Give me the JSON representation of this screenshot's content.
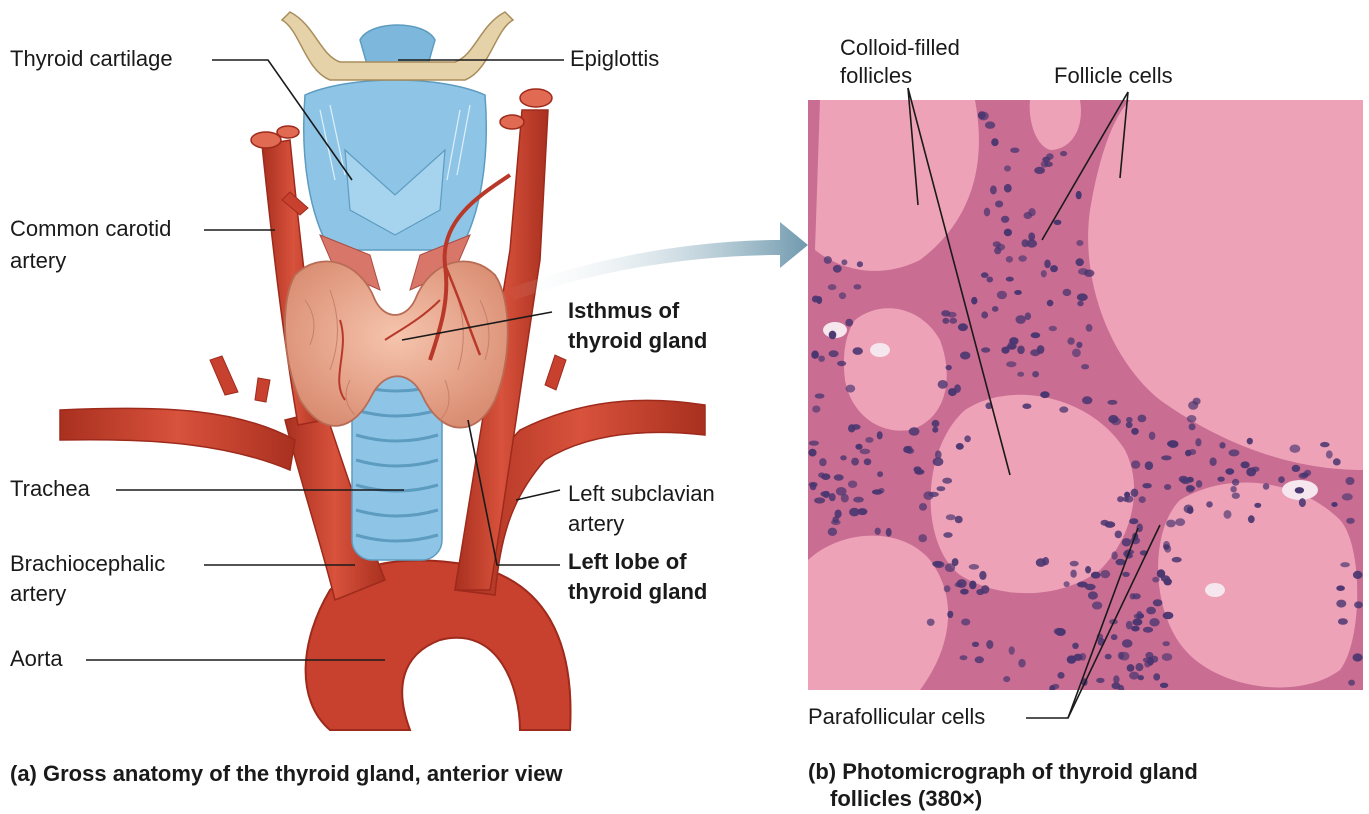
{
  "panel_a": {
    "labels": {
      "thyroid_cartilage": "Thyroid cartilage",
      "epiglottis": "Epiglottis",
      "common_carotid_l1": "Common carotid",
      "common_carotid_l2": "artery",
      "isthmus_l1": "Isthmus of",
      "isthmus_l2": "thyroid gland",
      "trachea": "Trachea",
      "left_subclavian_l1": "Left subclavian",
      "left_subclavian_l2": "artery",
      "brachiocephalic_l1": "Brachiocephalic",
      "brachiocephalic_l2": "artery",
      "left_lobe_l1": "Left lobe of",
      "left_lobe_l2": "thyroid gland",
      "aorta": "Aorta"
    },
    "caption": "(a) Gross anatomy of the thyroid gland, anterior view"
  },
  "panel_b": {
    "labels": {
      "colloid_l1": "Colloid-filled",
      "colloid_l2": "follicles",
      "follicle_cells": "Follicle cells",
      "parafollicular": "Parafollicular cells"
    },
    "caption_l1": "(b) Photomicrograph of thyroid gland",
    "caption_l2": "follicles (380×)"
  },
  "colors": {
    "artery": "#c8402e",
    "artery_dark": "#9e2a1c",
    "cartilage": "#8ec5e6",
    "thyroid": "#eba98f",
    "colloid": "#eda2b8",
    "nucleus": "#4a3670",
    "arrow": "#7fa6b8"
  }
}
